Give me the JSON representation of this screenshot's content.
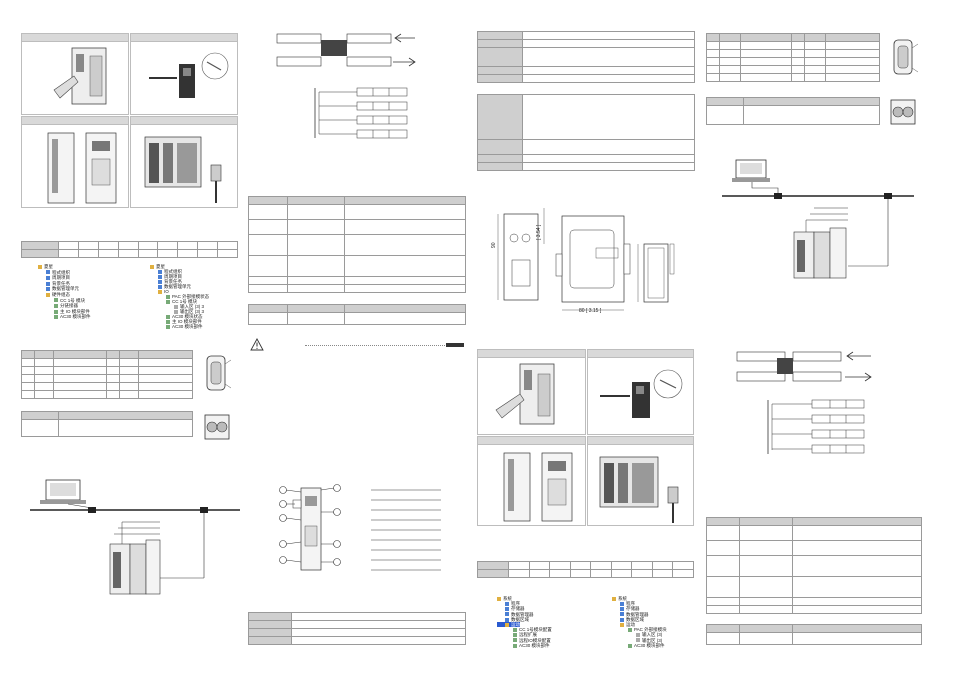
{
  "trees": {
    "left_a": [
      "夏星",
      "程式组织",
      "周期项目",
      "背景任务",
      "数据管理单元",
      "硬件组态",
      "CC 1号 模块",
      "分链接器",
      "主 IO 模块部件",
      "AC30 模块部件"
    ],
    "left_b": [
      "夏星",
      "程式组织",
      "周期项目",
      "背景任务",
      "数据管理单元",
      "IO",
      "PAC 外部接模状态",
      "CC 1号 模块",
      "输入区 (3) 3",
      "输出区 (3) 3",
      "AC30 模块状态",
      "主 IO 模块部件",
      "AC30 模块部件"
    ],
    "right_a": [
      "系统",
      "程序",
      "存储器",
      "数据管理器",
      "数据区域",
      "运动",
      "CC 1号模块配置",
      "远程扩展",
      "远程IO模块配置",
      "AC30 模块部件"
    ],
    "right_b": [
      "系统",
      "程序",
      "存储器",
      "数据管理器",
      "数据区域",
      "运动",
      "PAC 外部接模块",
      "输入区 (3)",
      "输出区 (3)",
      "AC30 模块部件"
    ]
  },
  "dims": {
    "dim_w": "80",
    "dim_w_bracket": "[ 3.15 ]",
    "dim_h": "90",
    "dim_h_bracket": "[ 3.54 ]"
  },
  "colors": {
    "line": "#555555",
    "header": "#d9d9d9",
    "tab": "#333333",
    "highlight": "#2a5ad0"
  },
  "icons": [
    "warning-icon",
    "folder-icon",
    "monitor-icon",
    "connector-icon",
    "plc-module-icon"
  ]
}
